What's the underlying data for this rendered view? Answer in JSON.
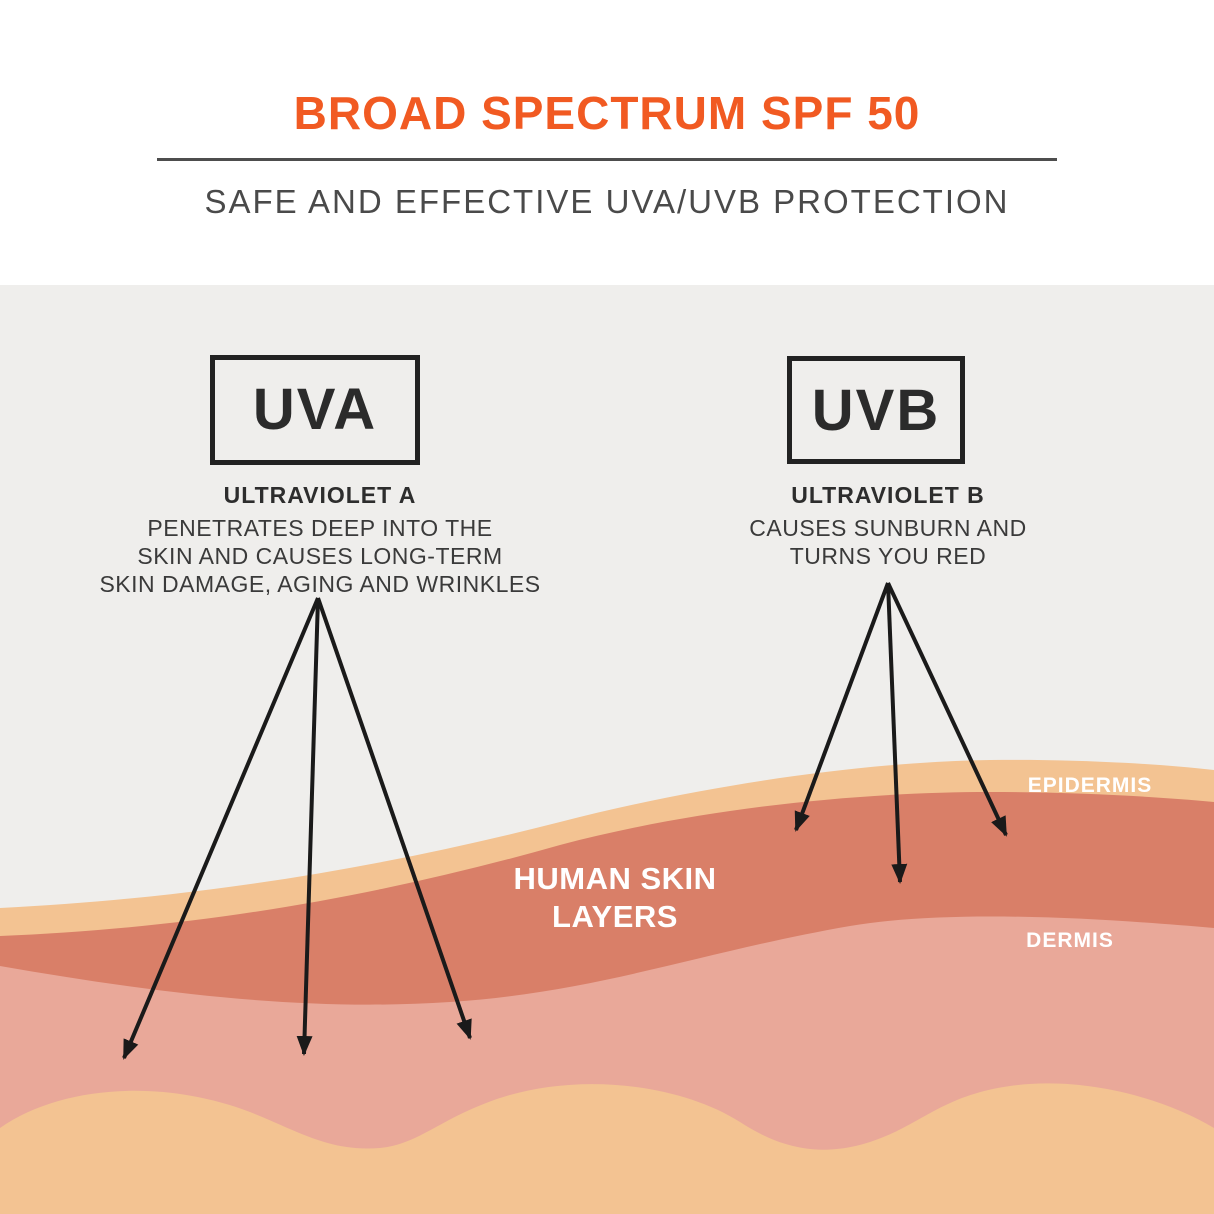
{
  "header": {
    "title": "BROAD SPECTRUM SPF 50",
    "subtitle": "SAFE AND EFFECTIVE UVA/UVB PROTECTION"
  },
  "uva": {
    "box": "UVA",
    "heading": "ULTRAVIOLET A",
    "lines": [
      "PENETRATES DEEP INTO THE",
      "SKIN AND CAUSES LONG-TERM",
      "SKIN DAMAGE, AGING AND WRINKLES"
    ]
  },
  "uvb": {
    "box": "UVB",
    "heading": "ULTRAVIOLET B",
    "lines": [
      "CAUSES SUNBURN AND",
      "TURNS YOU RED"
    ]
  },
  "skin": {
    "center": [
      "HUMAN SKIN",
      "LAYERS"
    ],
    "epidermis": "EPIDERMIS",
    "dermis": "DERMIS"
  },
  "colors": {
    "accent_orange": "#f15a22",
    "epidermis_tan": "#f3c392",
    "skin_salmon": "#d97f68",
    "dermis_pink": "#e9a899",
    "bottom_tan": "#f3c392",
    "background_gray": "#efeeec",
    "arrow_black": "#1a1a1a"
  }
}
